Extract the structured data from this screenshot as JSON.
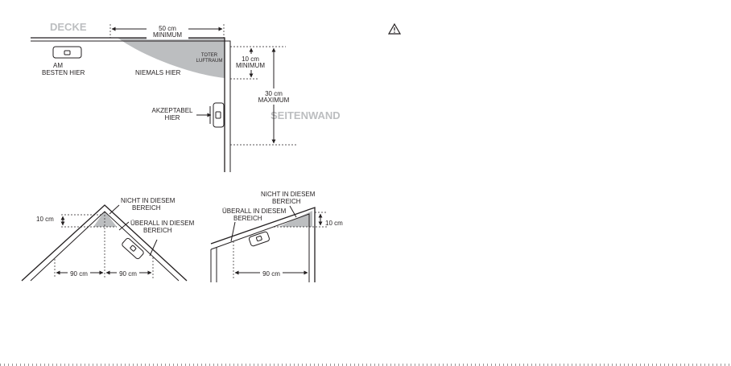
{
  "labels": {
    "decke": "DECKE",
    "seitenwand": "SEITENWAND",
    "dim_50_value": "50 cm",
    "dim_50_qual": "MINIMUM",
    "toter": "TOTER",
    "luftraum": "LUFTRAUM",
    "dim_10_value": "10 cm",
    "dim_10_qual": "MINIMUM",
    "dim_30_value": "30 cm",
    "dim_30_qual": "MAXIMUM",
    "am": "AM",
    "besten_hier": "BESTEN HIER",
    "niemals_hier": "NIEMALS HIER",
    "akzeptabel": "AKZEPTABEL",
    "hier": "HIER",
    "peak_nicht_1": "NICHT IN DIESEM",
    "peak_nicht_2": "BEREICH",
    "peak_ueber_1": "ÜBERALL IN DIESEM",
    "peak_ueber_2": "BEREICH",
    "peak_10cm": "10 cm",
    "peak_90_left": "90 cm",
    "peak_90_right": "90 cm",
    "slope_nicht_1": "NICHT IN DIESEM",
    "slope_nicht_2": "BEREICH",
    "slope_ueber_1": "ÜBERALL IN DIESEM",
    "slope_ueber_2": "BEREICH",
    "slope_10cm": "10 cm",
    "slope_90": "90 cm"
  },
  "icons": {
    "warning": "warning-triangle-icon",
    "detector": "smoke-detector-icon"
  },
  "colors": {
    "ink": "#231f20",
    "shade": "#bcbec0"
  }
}
